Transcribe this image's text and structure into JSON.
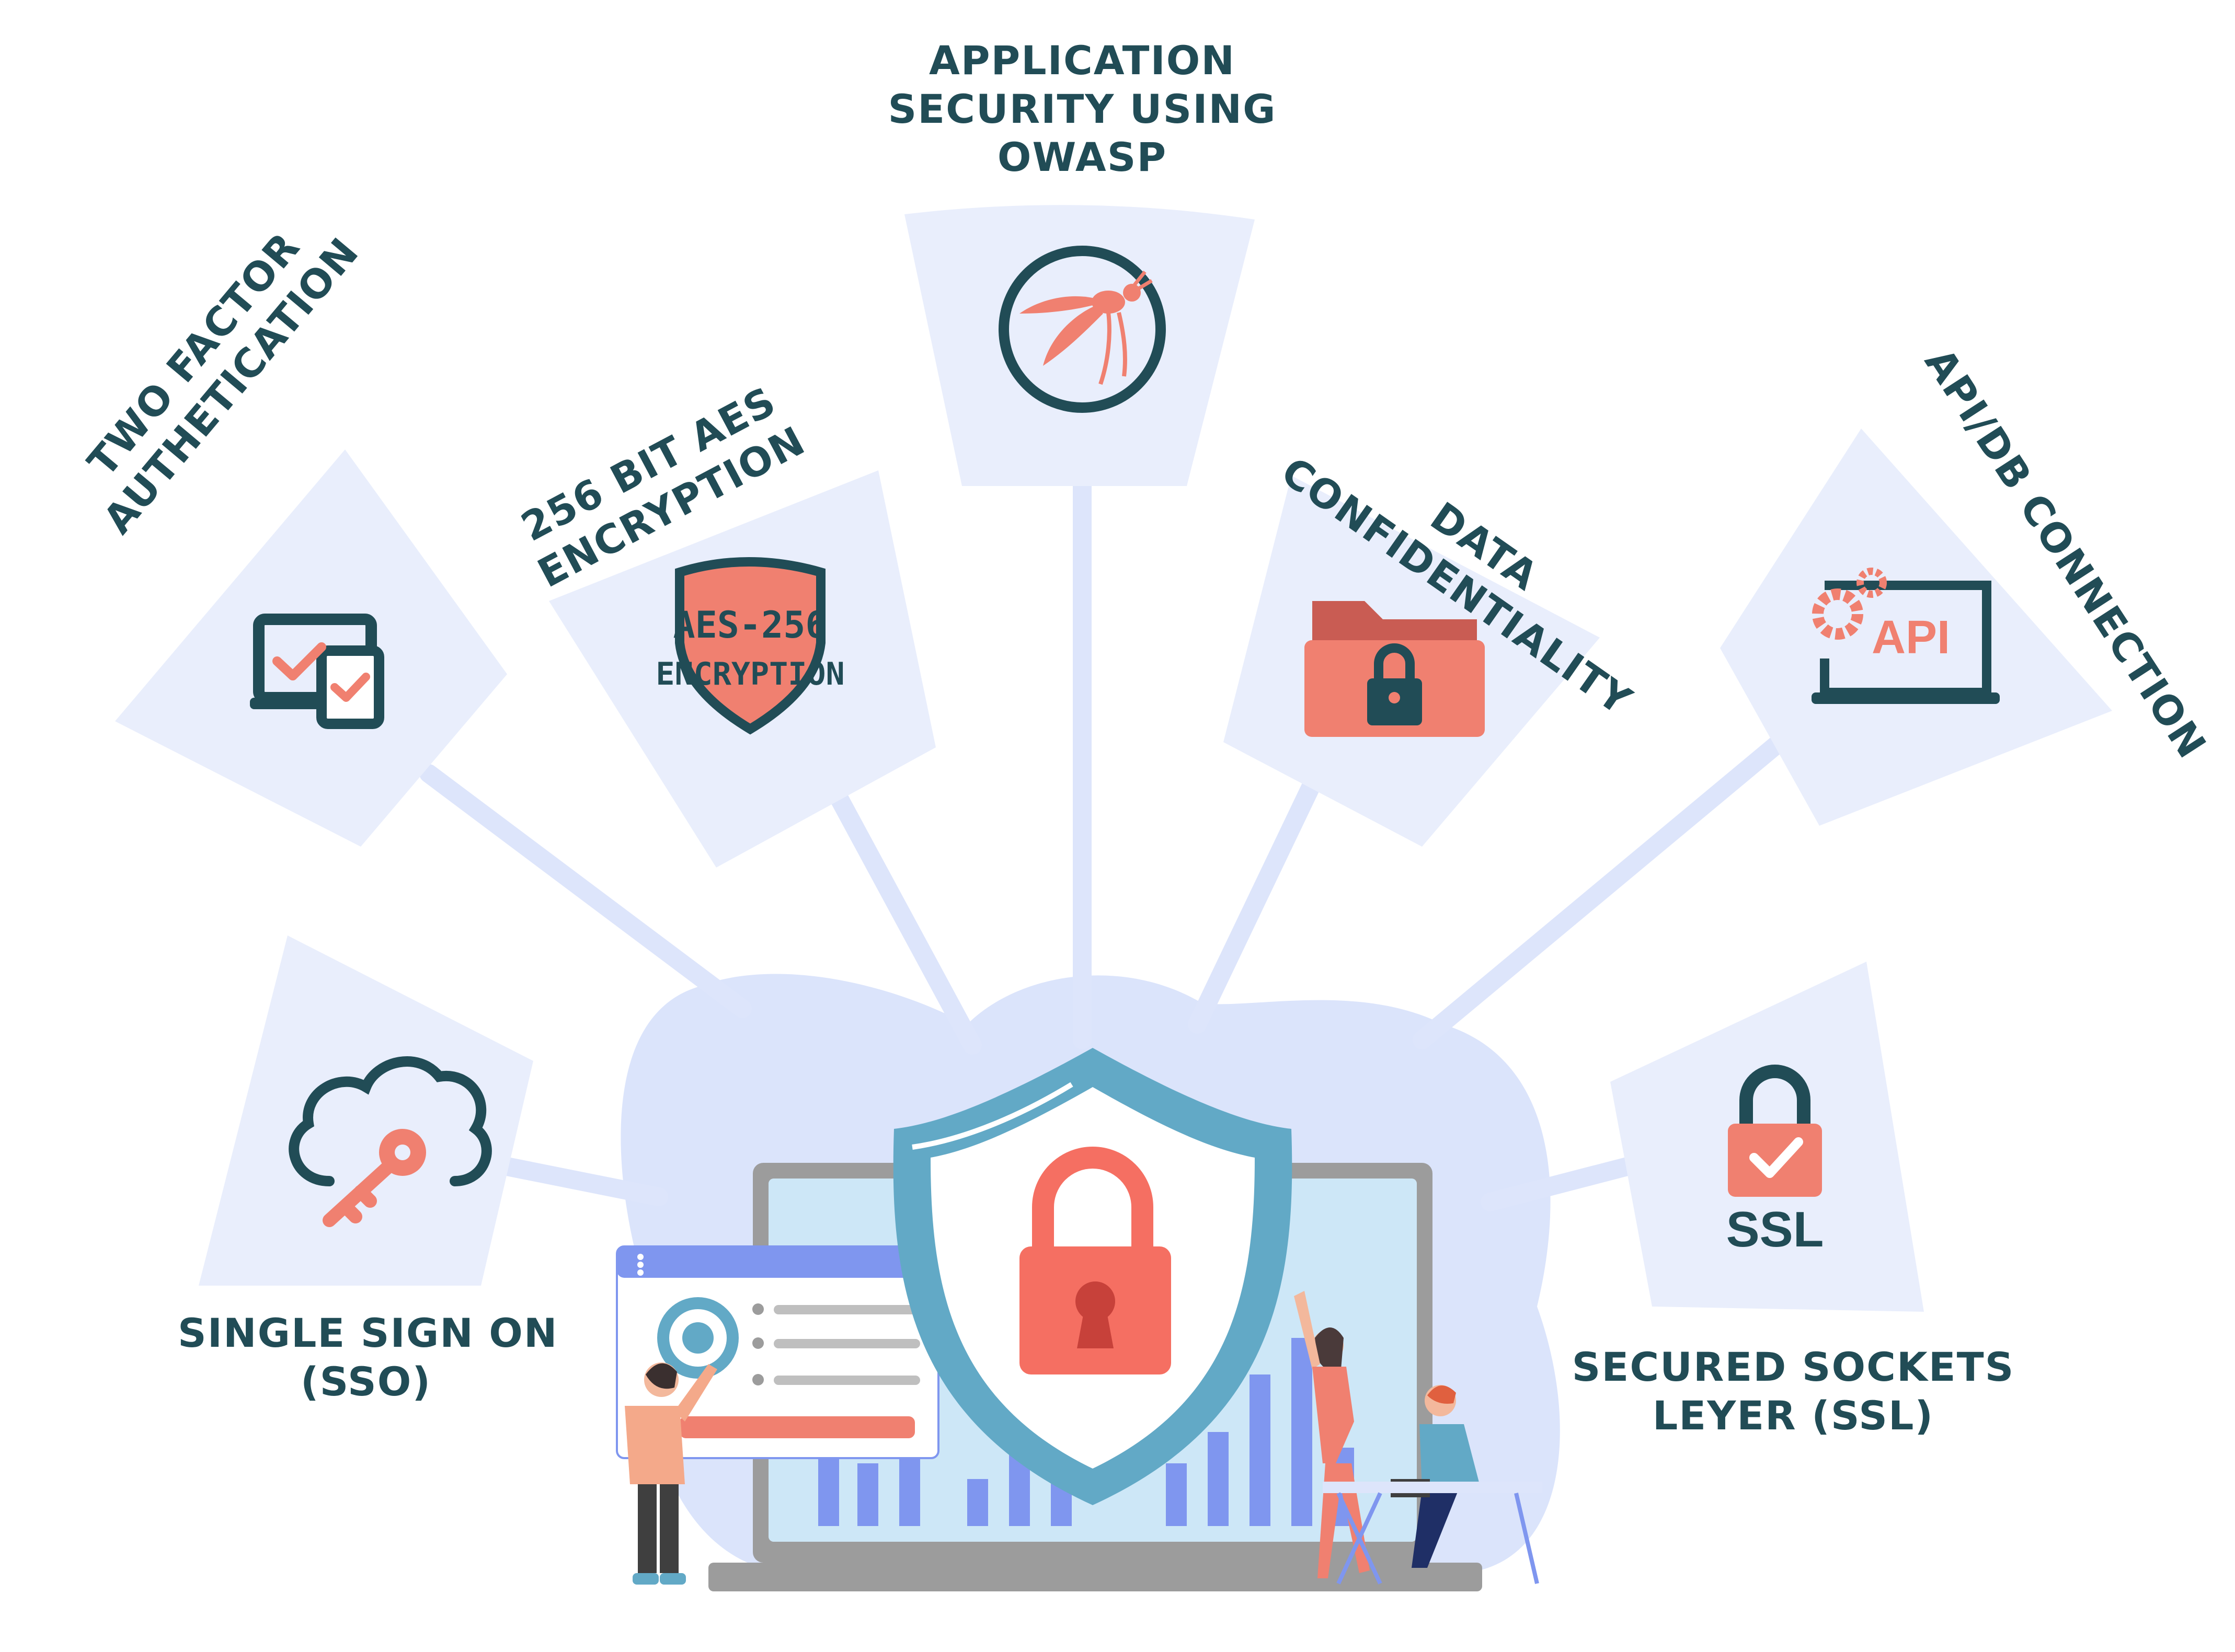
{
  "colors": {
    "panel": "#e9eefc",
    "spoke": "#dde5fb",
    "blob": "#dbe4fb",
    "dark_teal": "#214c56",
    "coral": "#f08070",
    "shield_blue": "#62a9c6",
    "bar_blue": "#7f96ef"
  },
  "features": {
    "two_factor": {
      "line1": "TWO FACTOR",
      "line2": "AUTHETICATION",
      "icon": "devices-check-icon"
    },
    "aes": {
      "line1": "256 BIT AES",
      "line2": "ENCRYPTION",
      "icon": "shield-badge-icon",
      "badge_line1": "AES-256",
      "badge_line2": "ENCRYPTION"
    },
    "owasp": {
      "line1": "APPLICATION",
      "line2": "SECURITY USING",
      "line3": "OWASP",
      "icon": "owasp-wasp-icon"
    },
    "data_conf": {
      "line1": "DATA",
      "line2": "CONFIDENTIALITY",
      "icon": "locked-folder-icon"
    },
    "api_db": {
      "line1": "API/DB CONNECTION",
      "icon": "api-laptop-icon",
      "badge": "API"
    },
    "sso": {
      "line1": "SINGLE SIGN ON",
      "line2": "(SSO)",
      "icon": "cloud-key-icon"
    },
    "ssl": {
      "line1": "SECURED SOCKETS",
      "line2": "LEYER (SSL)",
      "icon": "padlock-check-icon",
      "badge": "SSL"
    }
  }
}
